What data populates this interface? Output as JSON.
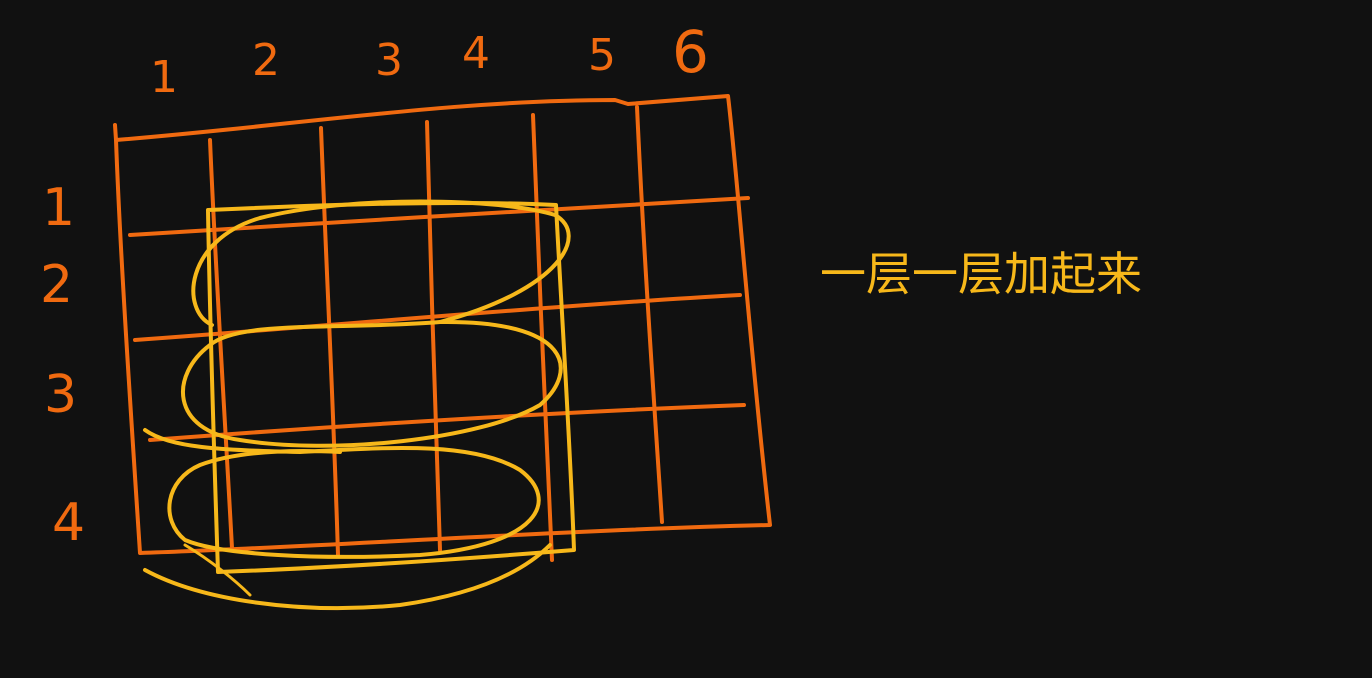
{
  "colors": {
    "background": "#111111",
    "grid": "#f06a10",
    "highlight": "#f7b81a"
  },
  "column_labels": [
    "1",
    "2",
    "3",
    "4",
    "5",
    "6"
  ],
  "row_labels": [
    "1",
    "2",
    "3",
    "4"
  ],
  "annotation": "一层一层加起来"
}
